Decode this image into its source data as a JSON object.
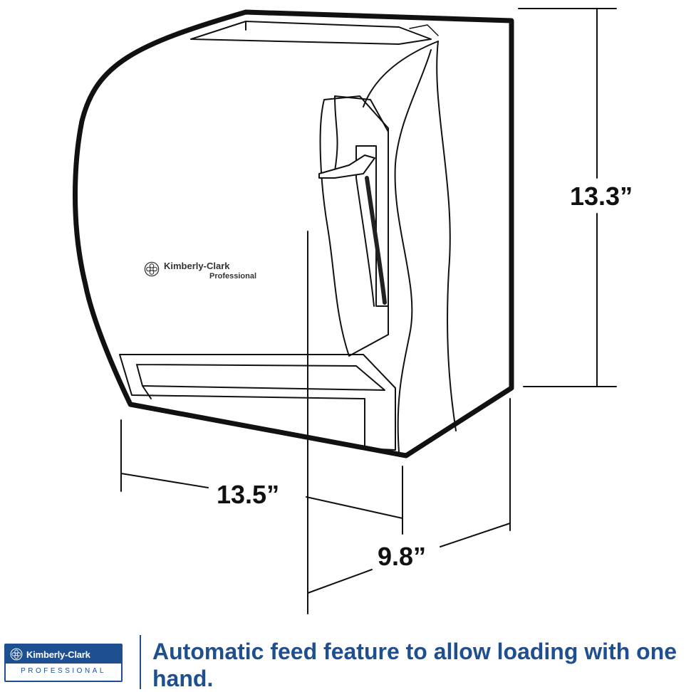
{
  "dimensions": {
    "height": "13.3”",
    "width": "13.5”",
    "depth": "9.8”"
  },
  "product_branding": {
    "name": "Kimberly-Clark",
    "sub": "Professional",
    "icon": "kimberly-clark-flower-icon"
  },
  "footer": {
    "logo_name": "Kimberly-Clark",
    "logo_sub": "PROFESSIONAL",
    "logo_icon": "kimberly-clark-flower-icon",
    "tagline": "Automatic feed feature to allow loading with one hand."
  },
  "colors": {
    "brand_blue": "#1d4f91",
    "outline": "#111111"
  }
}
